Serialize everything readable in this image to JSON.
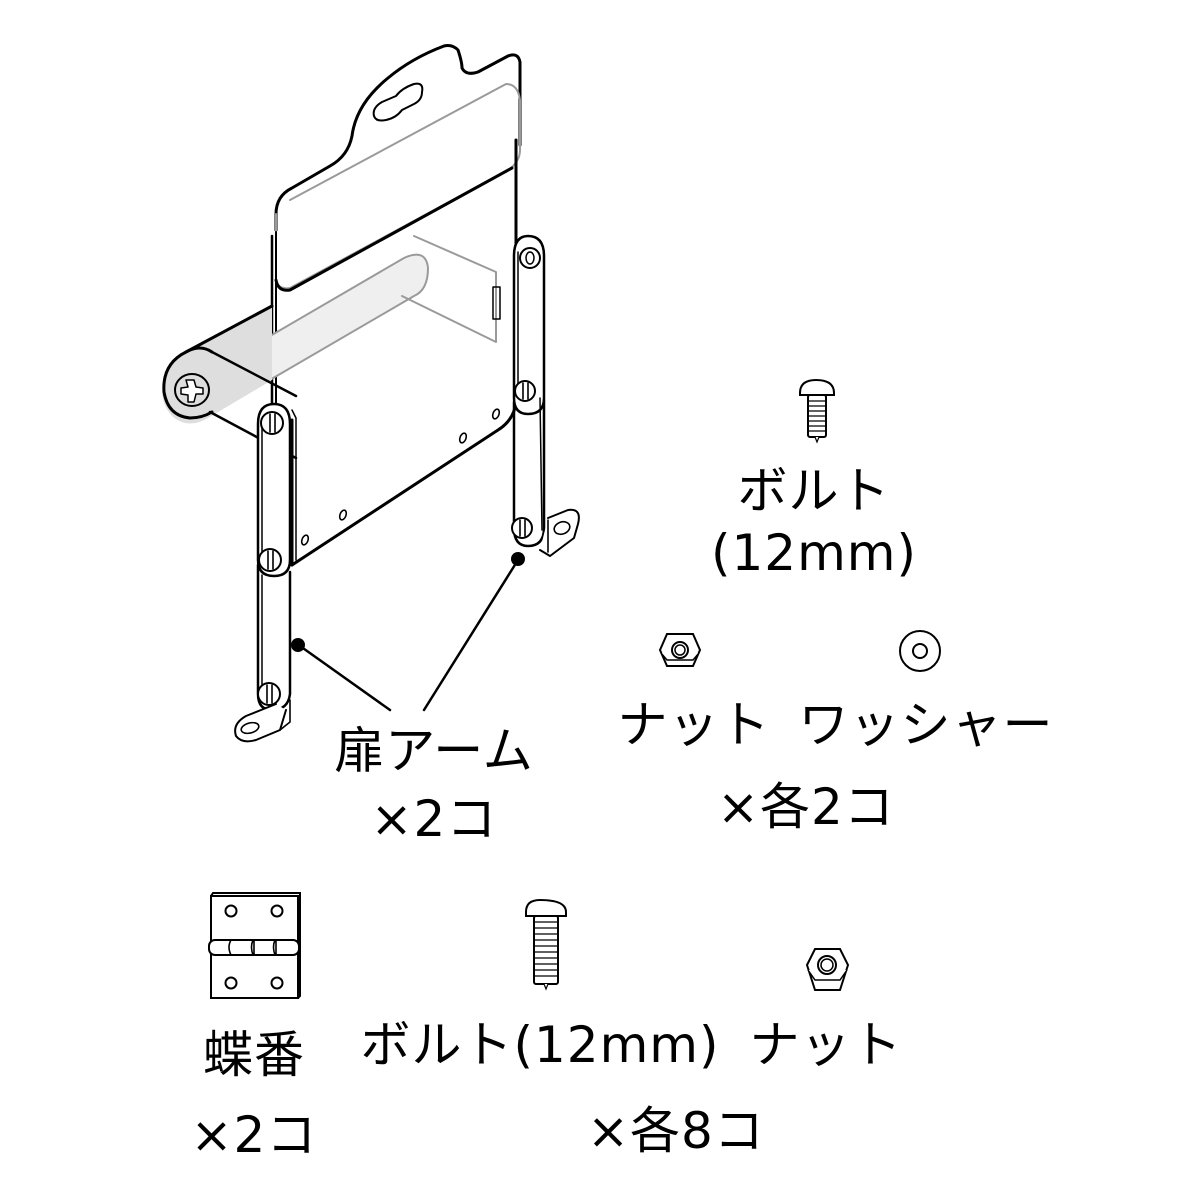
{
  "diagram": {
    "type": "parts-list illustration",
    "colors": {
      "line": "#000000",
      "background": "#ffffff",
      "shade": "#e6e6e6",
      "ghost_line": "#9a9a9a"
    },
    "main_assembly": {
      "icon": "door-arm-assembly-icon",
      "label": "扉アーム",
      "quantity": "×2コ"
    },
    "parts_top_right": {
      "bolt": {
        "icon": "bolt-icon",
        "label": "ボルト",
        "size": "(12mm)"
      },
      "nut": {
        "icon": "hex-nut-icon",
        "label": "ナット"
      },
      "washer": {
        "icon": "washer-icon",
        "label": "ワッシャー"
      },
      "quantity": "×各2コ"
    },
    "parts_bottom": {
      "hinge": {
        "icon": "hinge-icon",
        "label": "蝶番",
        "quantity": "×2コ"
      },
      "bolt": {
        "icon": "bolt-icon",
        "label": "ボルト(12mm)"
      },
      "nut": {
        "icon": "hex-nut-icon",
        "label": "ナット"
      },
      "quantity": "×各8コ"
    }
  }
}
